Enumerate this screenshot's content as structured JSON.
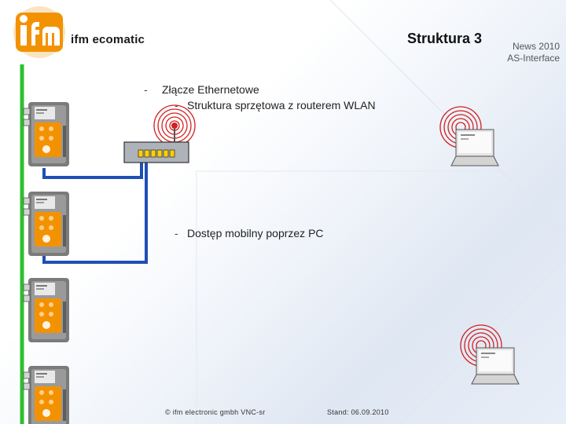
{
  "header": {
    "brand_name": "ifm ecomatic",
    "slide_title": "Struktura 3",
    "corner_line1": "News 2010",
    "corner_line2": "AS-Interface"
  },
  "content": {
    "bullet_marker": "-",
    "item1": "Złącze Ethernetowe",
    "sub_marker": "-",
    "item1_sub": "Struktura sprzętowa z routerem WLAN",
    "item2_marker": "-",
    "item2": "Dostęp mobilny poprzez PC"
  },
  "footer": {
    "left": "© ifm electronic gmbh VNC-sr",
    "right": "Stand: 06.09.2010"
  },
  "colors": {
    "ifm_orange": "#f39200",
    "asi_green": "#2fbf2f",
    "ethernet_blue": "#1f4fb4",
    "wifi_red": "#d22020"
  }
}
